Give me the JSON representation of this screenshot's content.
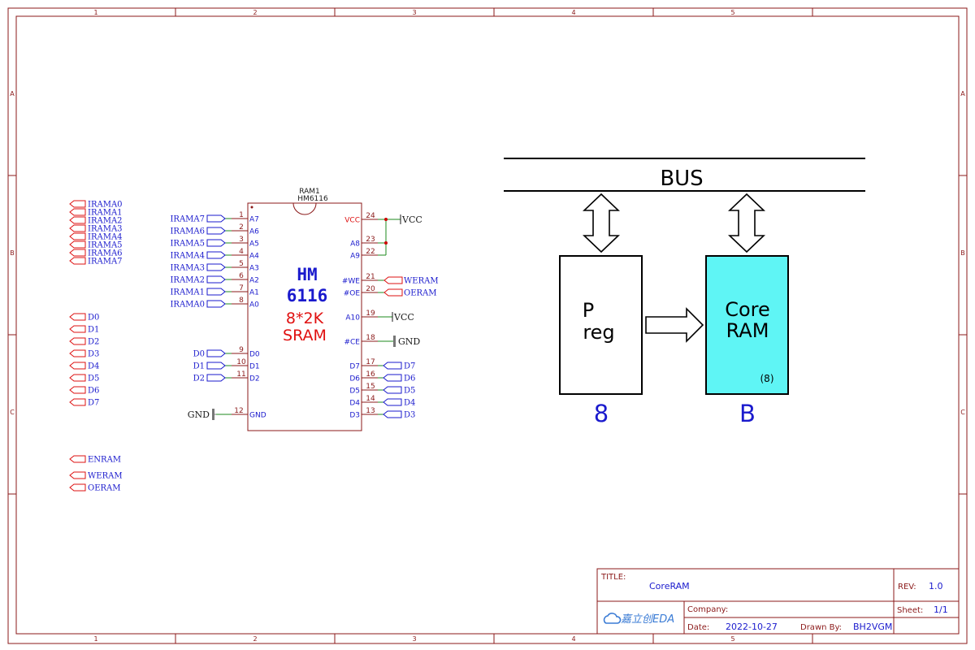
{
  "frame": {
    "columns": [
      "1",
      "2",
      "3",
      "4",
      "5"
    ],
    "rows": [
      "A",
      "B",
      "C"
    ]
  },
  "left_ports": {
    "irama": [
      "IRAMA0",
      "IRAMA1",
      "IRAMA2",
      "IRAMA3",
      "IRAMA4",
      "IRAMA5",
      "IRAMA6",
      "IRAMA7"
    ],
    "data": [
      "D0",
      "D1",
      "D2",
      "D3",
      "D4",
      "D5",
      "D6",
      "D7"
    ],
    "control": [
      "ENRAM",
      "WERAM",
      "OERAM"
    ]
  },
  "chip": {
    "designator": "RAM1",
    "part": "HM6116",
    "title_line1": "HM",
    "title_line2": "6116",
    "desc_line1": "8*2K",
    "desc_line2": "SRAM",
    "left_addr_pins": [
      {
        "net": "IRAMA7",
        "num": "1",
        "name": "A7"
      },
      {
        "net": "IRAMA6",
        "num": "2",
        "name": "A6"
      },
      {
        "net": "IRAMA5",
        "num": "3",
        "name": "A5"
      },
      {
        "net": "IRAMA4",
        "num": "4",
        "name": "A4"
      },
      {
        "net": "IRAMA3",
        "num": "5",
        "name": "A3"
      },
      {
        "net": "IRAMA2",
        "num": "6",
        "name": "A2"
      },
      {
        "net": "IRAMA1",
        "num": "7",
        "name": "A1"
      },
      {
        "net": "IRAMA0",
        "num": "8",
        "name": "A0"
      }
    ],
    "left_data_pins": [
      {
        "net": "D0",
        "num": "9",
        "name": "D0"
      },
      {
        "net": "D1",
        "num": "10",
        "name": "D1"
      },
      {
        "net": "D2",
        "num": "11",
        "name": "D2"
      }
    ],
    "gnd_pin": {
      "net": "GND",
      "num": "12",
      "name": "GND"
    },
    "right_top_pins": [
      {
        "name": "VCC",
        "num": "24"
      },
      {
        "name": "A8",
        "num": "23"
      },
      {
        "name": "A9",
        "num": "22"
      }
    ],
    "vcc_net": "VCC",
    "right_ctrl_pins": [
      {
        "name": "#WE",
        "num": "21",
        "net": "WERAM"
      },
      {
        "name": "#OE",
        "num": "20",
        "net": "OERAM"
      }
    ],
    "a10_pin": {
      "name": "A10",
      "num": "19",
      "net": "VCC"
    },
    "ce_pin": {
      "name": "#CE",
      "num": "18",
      "net": "GND"
    },
    "right_data_pins": [
      {
        "name": "D7",
        "num": "17",
        "net": "D7"
      },
      {
        "name": "D6",
        "num": "16",
        "net": "D6"
      },
      {
        "name": "D5",
        "num": "15",
        "net": "D5"
      },
      {
        "name": "D4",
        "num": "14",
        "net": "D4"
      },
      {
        "name": "D3",
        "num": "13",
        "net": "D3"
      }
    ]
  },
  "block": {
    "bus_label": "BUS",
    "preg_line1": "P",
    "preg_line2": "reg",
    "preg_value": "8",
    "core_line1": "Core",
    "core_line2": "RAM",
    "core_sub": "(8)",
    "core_value": "B",
    "core_fill": "#5ff5f5"
  },
  "title_block": {
    "title_label": "TITLE:",
    "title_value": "CoreRAM",
    "rev_label": "REV:",
    "rev_value": "1.0",
    "company_label": "Company:",
    "sheet_label": "Sheet:",
    "sheet_value": "1/1",
    "date_label": "Date:",
    "date_value": "2022-10-27",
    "drawn_label": "Drawn By:",
    "drawn_value": "BH2VGM",
    "logo_text": "嘉立创EDA"
  }
}
